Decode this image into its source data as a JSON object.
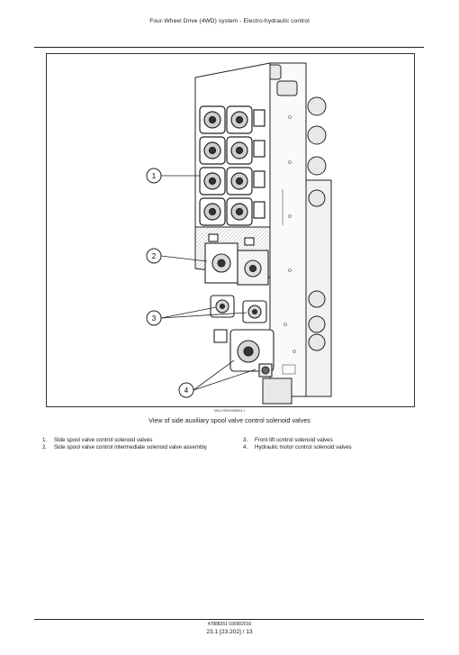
{
  "header": {
    "title": "Four-Wheel Drive (4WD) system - Electro-hydraulic control"
  },
  "figure": {
    "callouts": [
      "1",
      "2",
      "3",
      "4"
    ],
    "image_id": "MOL17DRGH086G4    1",
    "caption": "View of side auxiliary spool valve control solenoid valves"
  },
  "legend": [
    {
      "num": "1.",
      "text": "Side spool valve control solenoid valves"
    },
    {
      "num": "2.",
      "text": "Side spool valve control intermediate solenoid valve assembly"
    },
    {
      "num": "3.",
      "text": "Front lift control solenoid valves"
    },
    {
      "num": "4.",
      "text": "Hydraulic motor control solenoid valves"
    }
  ],
  "footer": {
    "doc_id": "47888351 03/08/2016",
    "page_ref": "23.1 [23.202] / 13"
  }
}
